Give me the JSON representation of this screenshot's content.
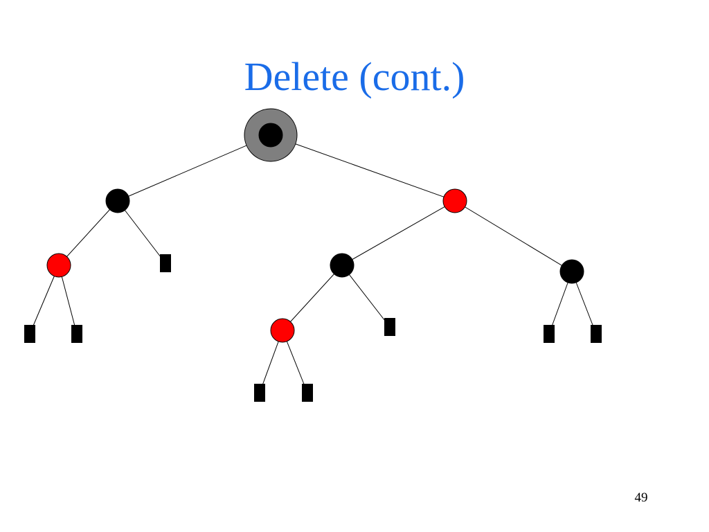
{
  "slide": {
    "title": "Delete (cont.)",
    "page_number": "49"
  },
  "diagram": {
    "colors": {
      "black_node": "#000000",
      "red_node": "#ff0000",
      "highlight": "#7f7f7f",
      "edge": "#000000",
      "leaf": "#000000"
    },
    "nodes": [
      {
        "id": "root",
        "color": "black",
        "highlighted": true
      },
      {
        "id": "l",
        "color": "black"
      },
      {
        "id": "ll",
        "color": "red"
      },
      {
        "id": "r",
        "color": "red"
      },
      {
        "id": "rl",
        "color": "black"
      },
      {
        "id": "rll",
        "color": "red"
      },
      {
        "id": "rr",
        "color": "black"
      }
    ],
    "leaves": [
      "lr-nil",
      "lll-nil",
      "llr-nil",
      "rlr-nil",
      "rlll-nil",
      "rllr-nil",
      "rrl-nil",
      "rrr-nil"
    ],
    "edges": [
      [
        "root",
        "l"
      ],
      [
        "root",
        "r"
      ],
      [
        "l",
        "ll"
      ],
      [
        "l",
        "lr-nil"
      ],
      [
        "ll",
        "lll-nil"
      ],
      [
        "ll",
        "llr-nil"
      ],
      [
        "r",
        "rl"
      ],
      [
        "r",
        "rr"
      ],
      [
        "rl",
        "rll"
      ],
      [
        "rl",
        "rlr-nil"
      ],
      [
        "rll",
        "rlll-nil"
      ],
      [
        "rll",
        "rllr-nil"
      ],
      [
        "rr",
        "rrl-nil"
      ],
      [
        "rr",
        "rrr-nil"
      ]
    ]
  }
}
